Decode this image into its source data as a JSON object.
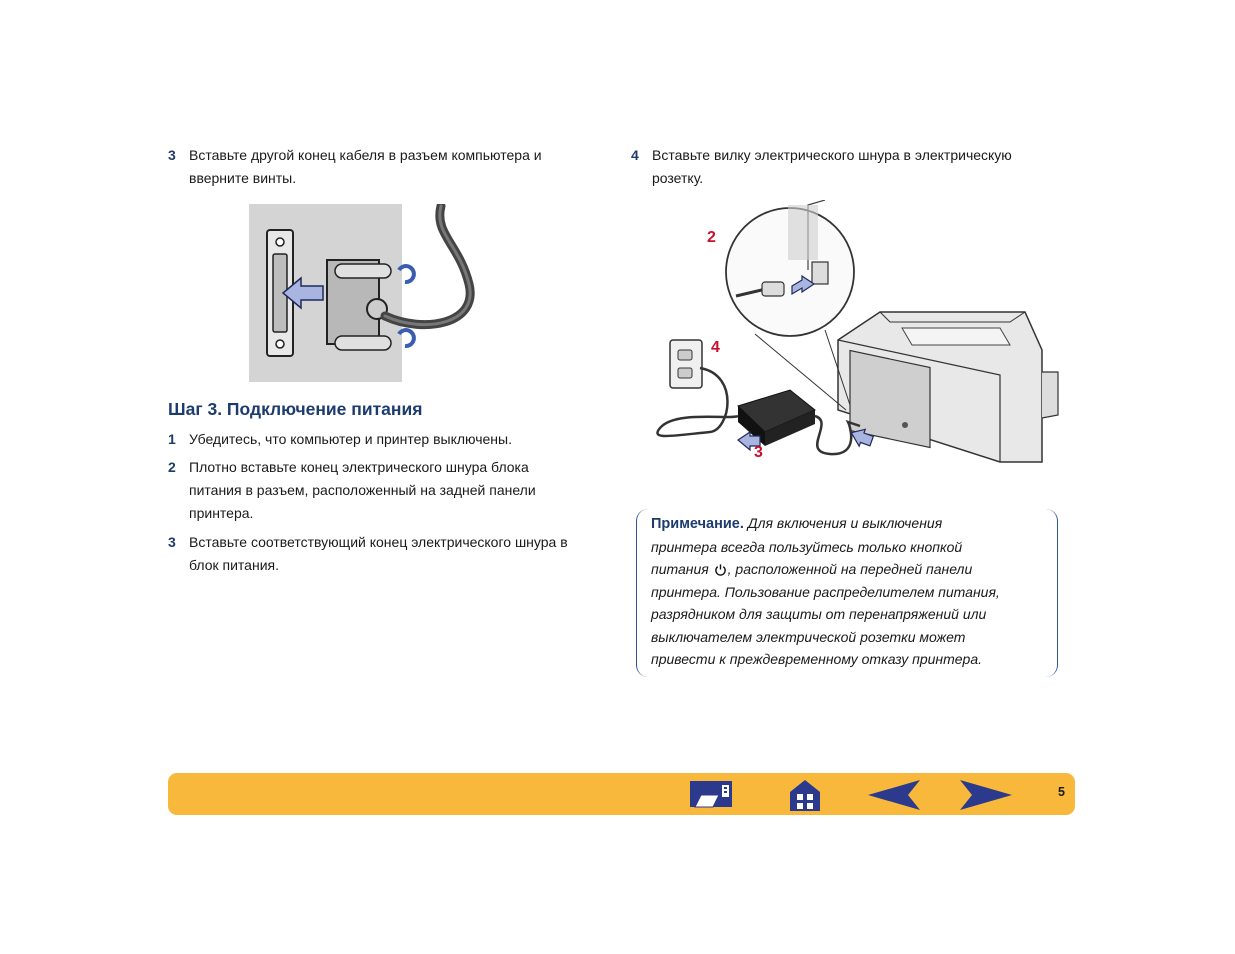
{
  "left_column": {
    "step3_intro": {
      "number": "3",
      "lines": [
        "Вставьте другой конец кабеля в разъем компьютера и",
        "вверните винты."
      ]
    },
    "section_heading": "Шаг 3. Подключение питания",
    "steps": [
      {
        "number": "1",
        "lines": [
          "Убедитесь, что компьютер и принтер выключены."
        ]
      },
      {
        "number": "2",
        "lines": [
          "Плотно вставьте конец электрического шнура блока",
          "питания в разъем, расположенный на задней панели",
          "принтера."
        ]
      },
      {
        "number": "3",
        "lines": [
          "Вставьте соответствующий конец электрического шнура в",
          "блок питания."
        ]
      }
    ]
  },
  "right_column": {
    "step4": {
      "number": "4",
      "lines": [
        "Вставьте вилку электрического шнура в электрическую",
        "розетку."
      ]
    },
    "callouts": [
      "2",
      "4",
      "3"
    ],
    "note": {
      "title": "Примечание.",
      "lines": [
        "Для включения и выключения",
        "принтера всегда пользуйтесь только кнопкой",
        "питания",
        ", расположенной на передней панели",
        "принтера. Пользование распределителем питания,",
        "разрядником для защиты от перенапряжений или",
        "выключателем электрической розетки может",
        "привести к преждевременному отказу принтера."
      ],
      "power_icon": "power-icon"
    }
  },
  "footer": {
    "buttons": [
      "contents-icon",
      "home-icon",
      "back-arrow-icon",
      "forward-arrow-icon"
    ],
    "page_number": "5",
    "colors": {
      "bar": "#f7b83c",
      "nav": "#2b3a8c"
    }
  }
}
